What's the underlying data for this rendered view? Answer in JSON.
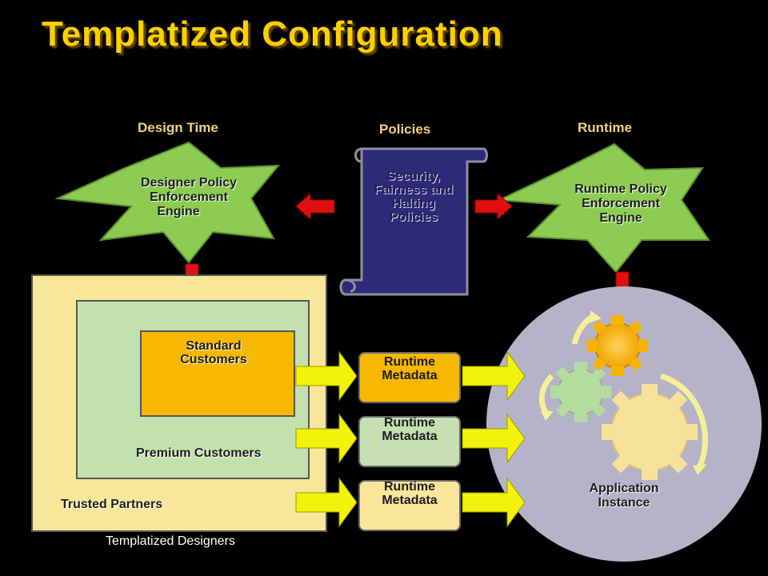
{
  "title": "Templatized Configuration",
  "headers": {
    "design_time": "Design Time",
    "policies": "Policies",
    "runtime": "Runtime"
  },
  "stars": {
    "designer_engine": [
      "Designer Policy",
      "Enforcement",
      "Engine"
    ],
    "runtime_engine": [
      "Runtime Policy",
      "Enforcement",
      "Engine"
    ]
  },
  "scroll": {
    "lines": [
      "Security,",
      "Fairness and",
      "Halting",
      "Policies"
    ]
  },
  "nested": {
    "standard": [
      "Standard",
      "Customers"
    ],
    "premium": "Premium Customers",
    "trusted": "Trusted Partners",
    "footer": "Templatized Designers"
  },
  "metadata": [
    {
      "lines": [
        "Runtime",
        "Metadata"
      ],
      "color": "#f6b800"
    },
    {
      "lines": [
        "Runtime",
        "Metadata"
      ],
      "color": "#c6e0b4"
    },
    {
      "lines": [
        "Runtime",
        "Metadata"
      ],
      "color": "#fae59a"
    }
  ],
  "app_instance": [
    "Application",
    "Instance"
  ],
  "colors": {
    "title": "#ffd000",
    "header": "#f0d27a",
    "star_green": "#8ccc52",
    "scroll_blue": "#2e2a78",
    "outer_box": "#f8e79a",
    "middle_box": "#c3e0af",
    "inner_box": "#f6b800",
    "circle": "#b5b3c8",
    "red_arrow": "#e01010",
    "yellow_arrow": "#f2f20a"
  },
  "icons": [
    "gear-icon",
    "gear-icon",
    "gear-icon",
    "curved-arrow-icon"
  ]
}
